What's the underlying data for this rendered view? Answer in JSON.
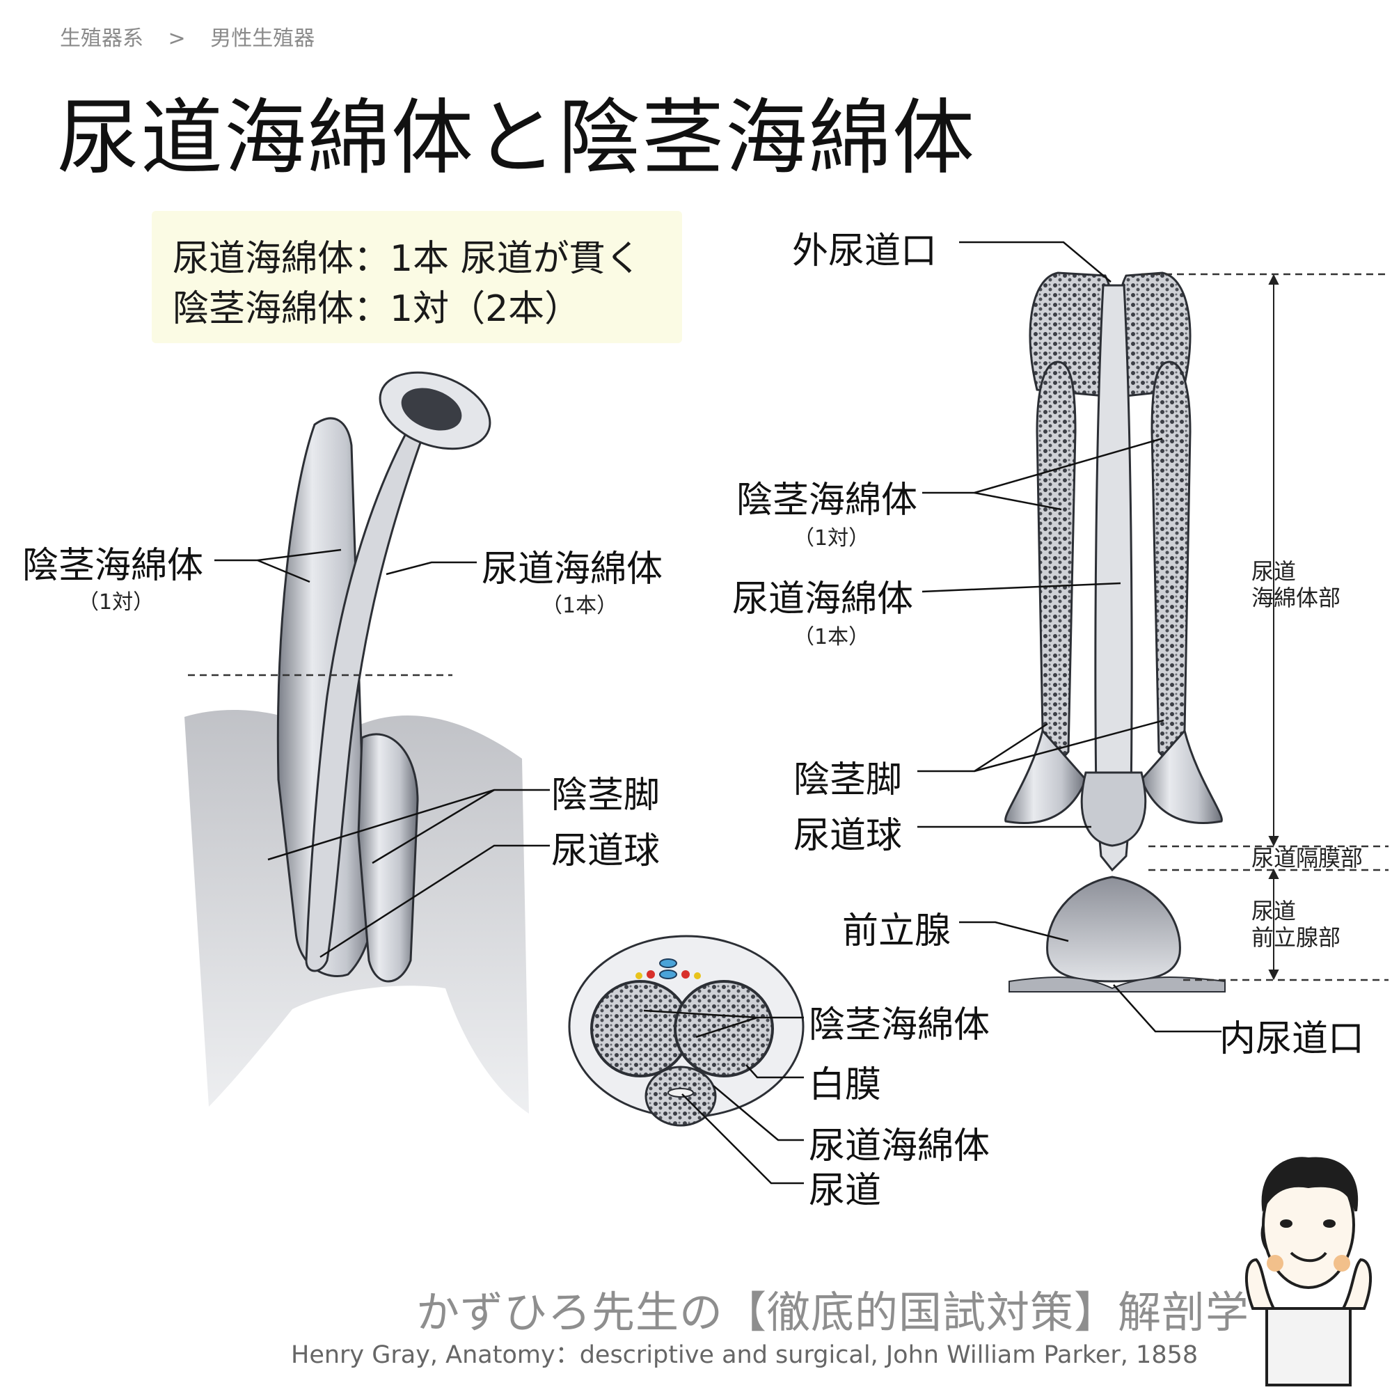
{
  "breadcrumb": {
    "parent": "生殖器系",
    "separator": ">",
    "current": "男性生殖器"
  },
  "title": "尿道海綿体と陰茎海綿体",
  "summary": {
    "line1": "尿道海綿体：1本 尿道が貫く",
    "line2": "陰茎海綿体：1対（2本）"
  },
  "left_figure": {
    "corpora_cavernosa": "陰茎海綿体",
    "corpora_cavernosa_count": "（1対）",
    "corpus_spongiosum": "尿道海綿体",
    "corpus_spongiosum_count": "（1本）",
    "crus": "陰茎脚",
    "bulb": "尿道球"
  },
  "right_figure": {
    "external_orifice": "外尿道口",
    "corpora_cavernosa": "陰茎海綿体",
    "corpora_cavernosa_count": "（1対）",
    "corpus_spongiosum": "尿道海綿体",
    "corpus_spongiosum_count": "（1本）",
    "crus": "陰茎脚",
    "bulb": "尿道球",
    "prostate": "前立腺",
    "internal_orifice": "内尿道口",
    "spongy_part_line1": "尿道",
    "spongy_part_line2": "海綿体部",
    "membranous_part": "尿道隔膜部",
    "prostatic_part_line1": "尿道",
    "prostatic_part_line2": "前立腺部"
  },
  "cross_section": {
    "corpora_cavernosa": "陰茎海綿体",
    "tunica_albuginea": "白膜",
    "corpus_spongiosum": "尿道海綿体",
    "urethra": "尿道"
  },
  "footer": {
    "brand": "かずひろ先生の【徹底的国試対策】解剖学",
    "credit": "Henry Gray, Anatomy：descriptive and surgical, John William Parker, 1858"
  },
  "colors": {
    "summary_bg": "#fbfbe4",
    "footer_text": "#8e8e8e",
    "illustration_tone": "#b9bcc4"
  }
}
